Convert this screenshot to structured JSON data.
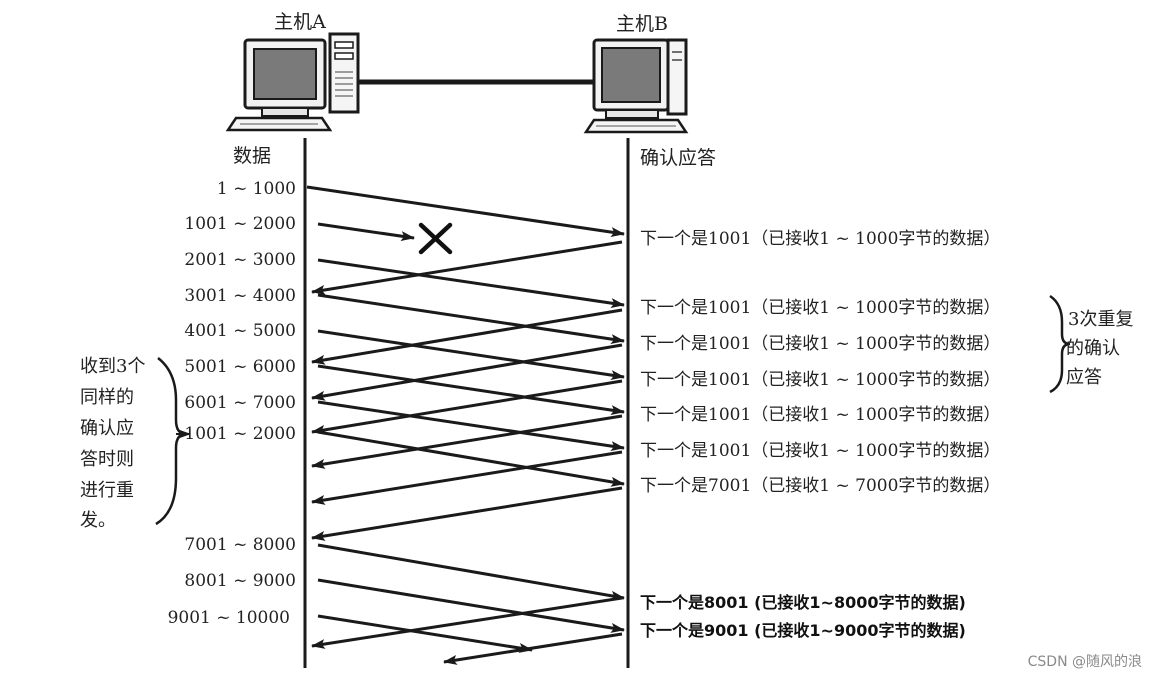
{
  "host_a": {
    "label": "主机A"
  },
  "host_b": {
    "label": "主机B"
  },
  "column_a_header": "数据",
  "column_b_header": "确认应答",
  "segments": [
    "1 ~ 1000",
    "1001 ~ 2000",
    "2001 ~ 3000",
    "3001 ~ 4000",
    "4001 ~ 5000",
    "5001 ~ 6000",
    "6001 ~ 7000",
    "1001 ~ 2000",
    "7001 ~ 8000",
    "8001 ~ 9000",
    "9001 ~ 10000"
  ],
  "acks": [
    "下一个是1001（已接收1 ~ 1000字节的数据）",
    "下一个是1001（已接收1 ~ 1000字节的数据）",
    "下一个是1001（已接收1 ~ 1000字节的数据）",
    "下一个是1001（已接收1 ~ 1000字节的数据）",
    "下一个是1001（已接收1 ~ 1000字节的数据）",
    "下一个是1001（已接收1 ~ 1000字节的数据）",
    "下一个是7001（已接收1 ~ 7000字节的数据）",
    "下一个是8001 (已接收1~8000字节的数据)",
    "下一个是9001 (已接收1~9000字节的数据)"
  ],
  "left_note": [
    "收到3个",
    "同样的",
    "确认应",
    "答时则",
    "进行重",
    "发。"
  ],
  "right_note": [
    "3次重复",
    "的确认",
    "应答"
  ],
  "watermark": "CSDN @随风的浪"
}
